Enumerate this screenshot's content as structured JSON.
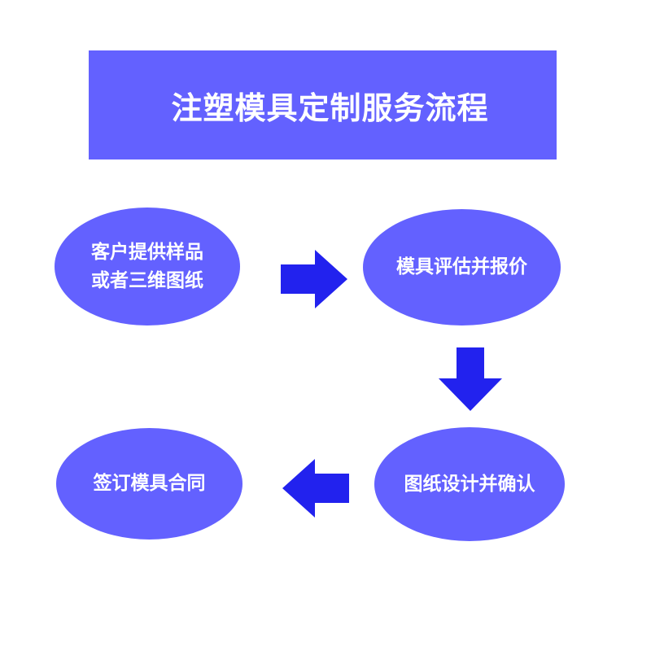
{
  "title": "注塑模具定制服务流程",
  "colors": {
    "banner": "#6361ff",
    "ellipse": "#6361ff",
    "arrow": "#2222ee",
    "text": "#ffffff",
    "background": "#ffffff"
  },
  "steps": [
    {
      "label": "客户提供样品\n或者三维图纸"
    },
    {
      "label": "模具评估并报价"
    },
    {
      "label": "图纸设计并确认"
    },
    {
      "label": "签订模具合同"
    }
  ],
  "arrows": [
    {
      "direction": "right",
      "from": "step-1",
      "to": "step-2",
      "icon": "arrow-right-icon"
    },
    {
      "direction": "down",
      "from": "step-2",
      "to": "step-3",
      "icon": "arrow-down-icon"
    },
    {
      "direction": "left",
      "from": "step-3",
      "to": "step-4",
      "icon": "arrow-left-icon"
    }
  ]
}
